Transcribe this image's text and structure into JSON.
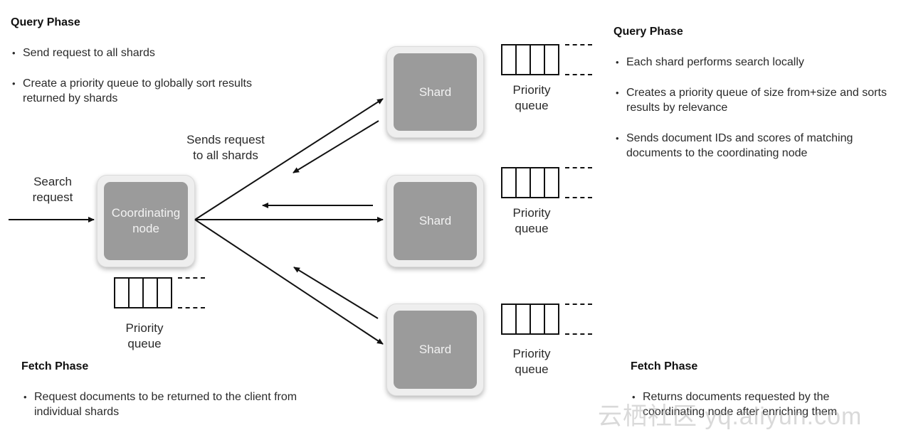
{
  "left": {
    "query_title": "Query Phase",
    "query_bullets": [
      "Send request to all shards",
      "Create a priority queue to globally sort results returned by shards"
    ],
    "fetch_title": "Fetch Phase",
    "fetch_bullets": [
      "Request documents to be returned to the client from individual shards"
    ]
  },
  "right": {
    "query_title": "Query Phase",
    "query_bullets": [
      "Each shard performs search locally",
      "Creates a priority queue of size from+size and sorts results by relevance",
      "Sends document IDs and scores of matching documents to the coordinating node"
    ],
    "fetch_title": "Fetch Phase",
    "fetch_bullets": [
      "Returns documents requested by the coordinating node after enriching them"
    ]
  },
  "labels": {
    "search_request_1": "Search",
    "search_request_2": "request",
    "sends_request_1": "Sends request",
    "sends_request_2": "to all shards"
  },
  "nodes": {
    "coordinating_1": "Coordinating",
    "coordinating_2": "node",
    "shard": "Shard"
  },
  "queue_label": {
    "line1": "Priority",
    "line2": "queue"
  },
  "watermark": "云栖社区 yq.aliyun.com"
}
